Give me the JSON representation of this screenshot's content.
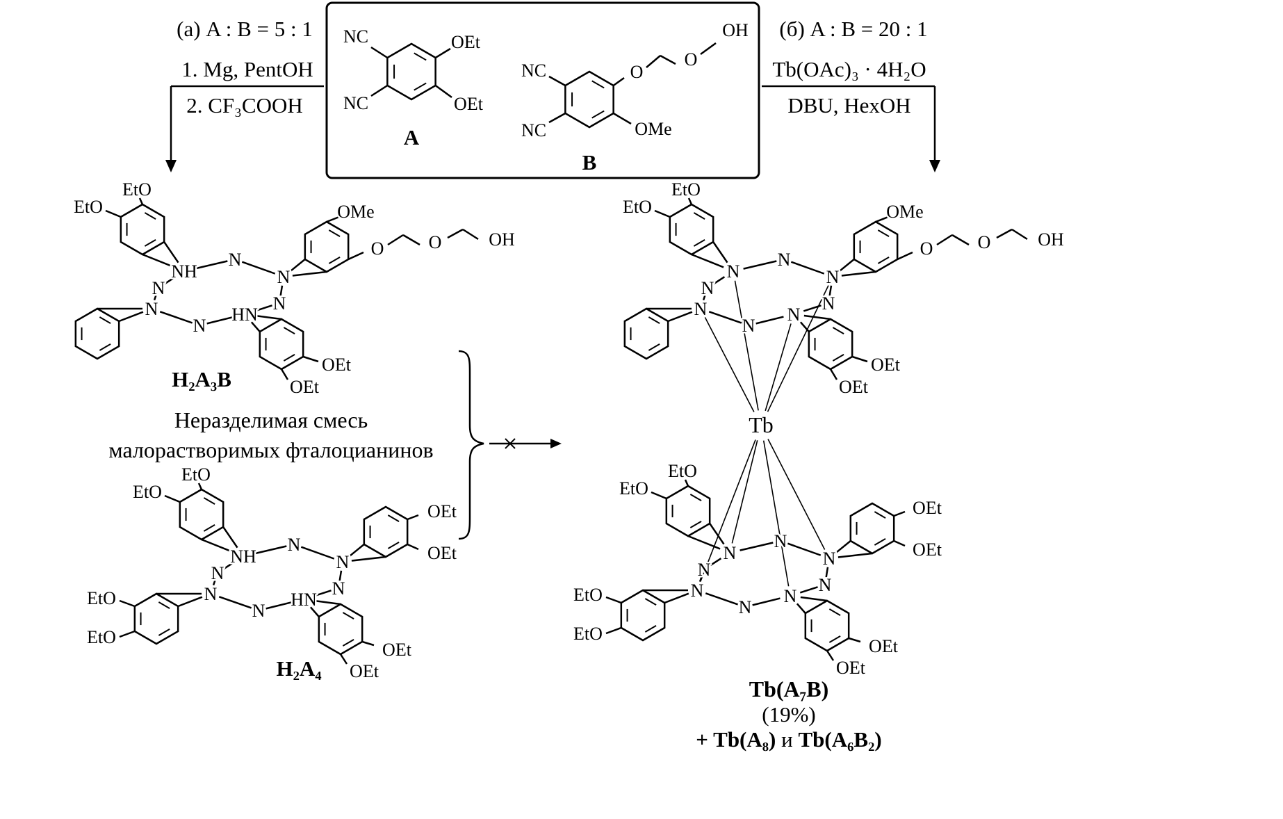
{
  "colors": {
    "ink": "#000000",
    "background": "#ffffff"
  },
  "scheme": {
    "left": {
      "ratio": "(а) A : B = 5 : 1",
      "step1": "1. Mg, PentOH",
      "step2": "2. CF₃COOH"
    },
    "right": {
      "ratio": "(б) A : B = 20 : 1",
      "reagent": "Tb(OAc)₃ · 4H₂O",
      "solvent": "DBU, HexOH"
    },
    "mixture": {
      "line1": "Неразделимая смесь",
      "line2": "малорастворимых фталоцианинов"
    }
  },
  "compounds": {
    "a": "A",
    "b": "B"
  },
  "names": {
    "h2a3b": "H₂A₃B",
    "h2a4": "H₂A₄"
  },
  "atoms": {
    "n": "N",
    "nh": "NH",
    "hn": "HN",
    "eto": "EtO",
    "oet": "OEt",
    "ome": "OMe",
    "o": "O",
    "oh": "OH",
    "nc": "NC"
  },
  "tb": {
    "metal": "Tb"
  },
  "products": {
    "name": "Tb(A₇B)",
    "yield": "(19%)",
    "part1": "+ Tb(A₈) ",
    "part2": "и ",
    "part3": "Tb(A₆B₂)"
  }
}
